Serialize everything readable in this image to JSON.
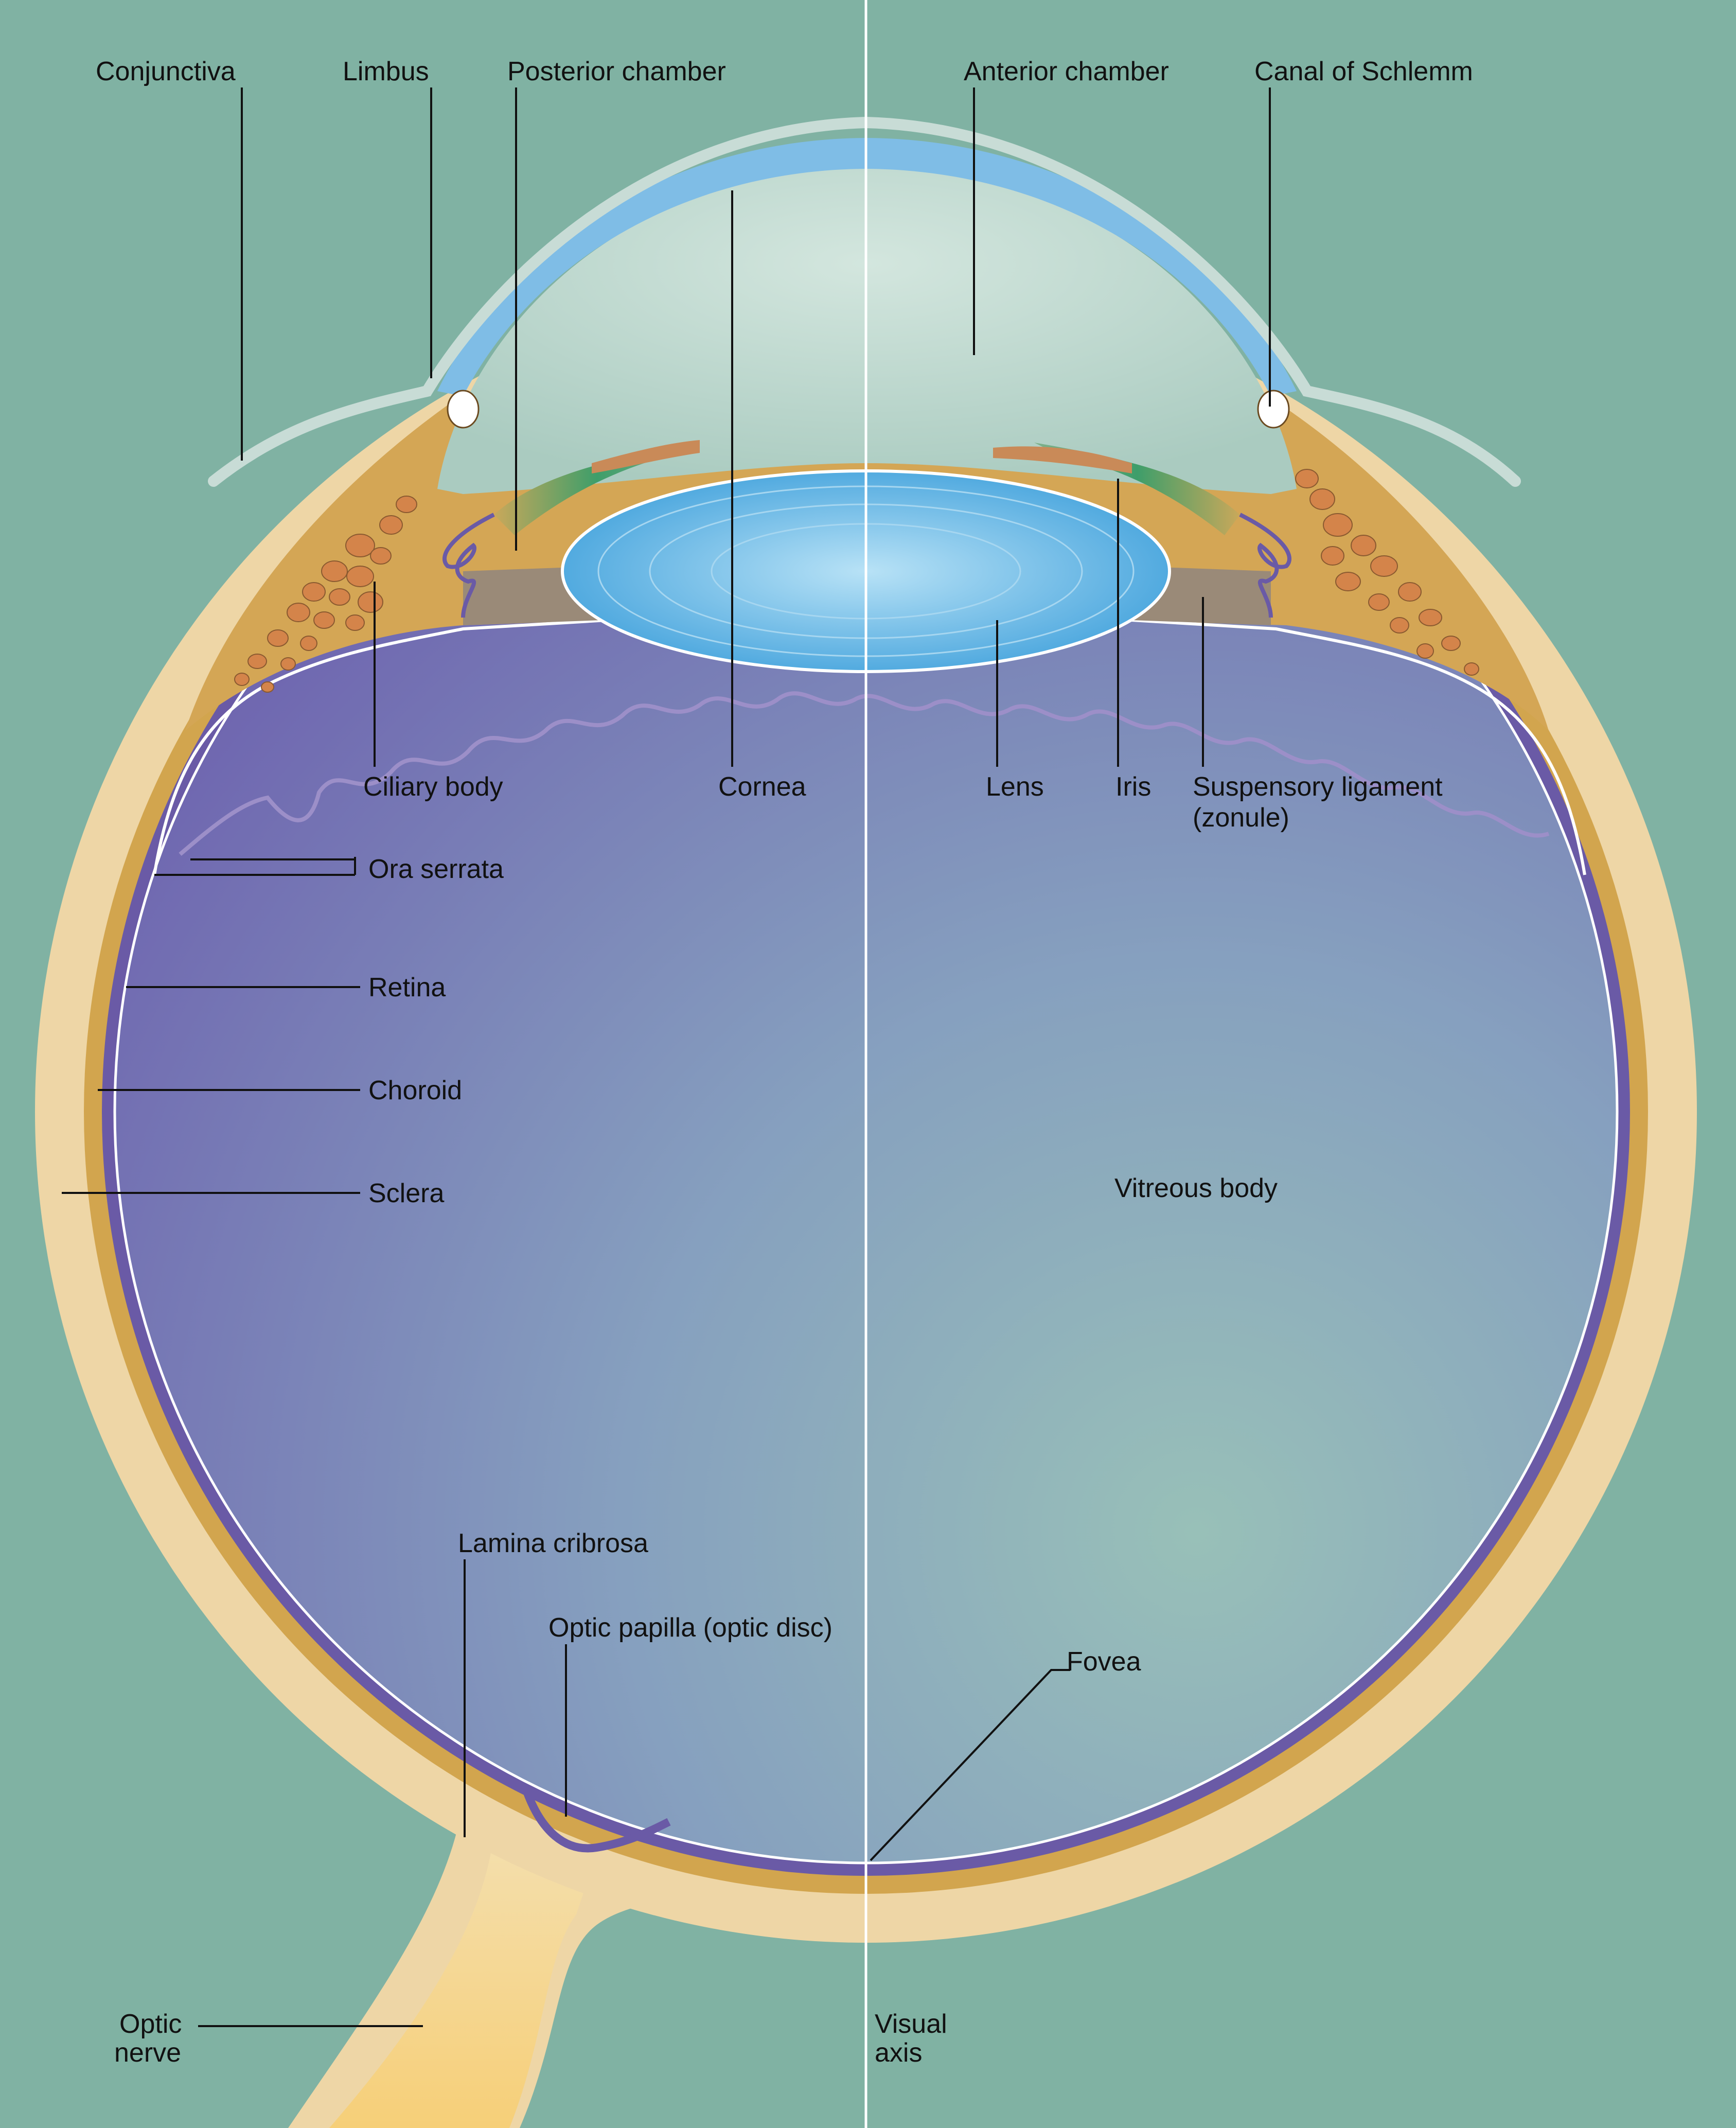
{
  "labels": {
    "conjunctiva": "Conjunctiva",
    "limbus": "Limbus",
    "posterior_chamber": "Posterior chamber",
    "anterior_chamber": "Anterior chamber",
    "canal_of_schlemm": "Canal of Schlemm",
    "ciliary_body": "Ciliary body",
    "cornea": "Cornea",
    "lens": "Lens",
    "iris": "Iris",
    "suspensory_ligament_1": "Suspensory ligament",
    "suspensory_ligament_2": "(zonule)",
    "ora_serrata": "Ora serrata",
    "retina": "Retina",
    "choroid": "Choroid",
    "sclera": "Sclera",
    "vitreous_body": "Vitreous body",
    "lamina_cribrosa": "Lamina cribrosa",
    "optic_papilla": "Optic papilla (optic disc)",
    "fovea": "Fovea",
    "optic_nerve_1": "Optic",
    "optic_nerve_2": "nerve",
    "visual_axis_1": "Visual",
    "visual_axis_2": "axis"
  },
  "colors": {
    "background": "#80b2a3",
    "sclera": "#eed6a6",
    "choroid": "#d2a54e",
    "retina": "#6a5aa6",
    "vitreous": "#7c84b8",
    "cornea": "#7fbde6",
    "anterior_chamber": "#bcd6cc",
    "lens": "#6db8e6",
    "ciliary_body": "#d4a655",
    "ciliary_granules": "#d4844a",
    "iris_green": "#3e9e6a",
    "zonule": "#9a8a78",
    "optic_nerve": "#f6d68e"
  }
}
